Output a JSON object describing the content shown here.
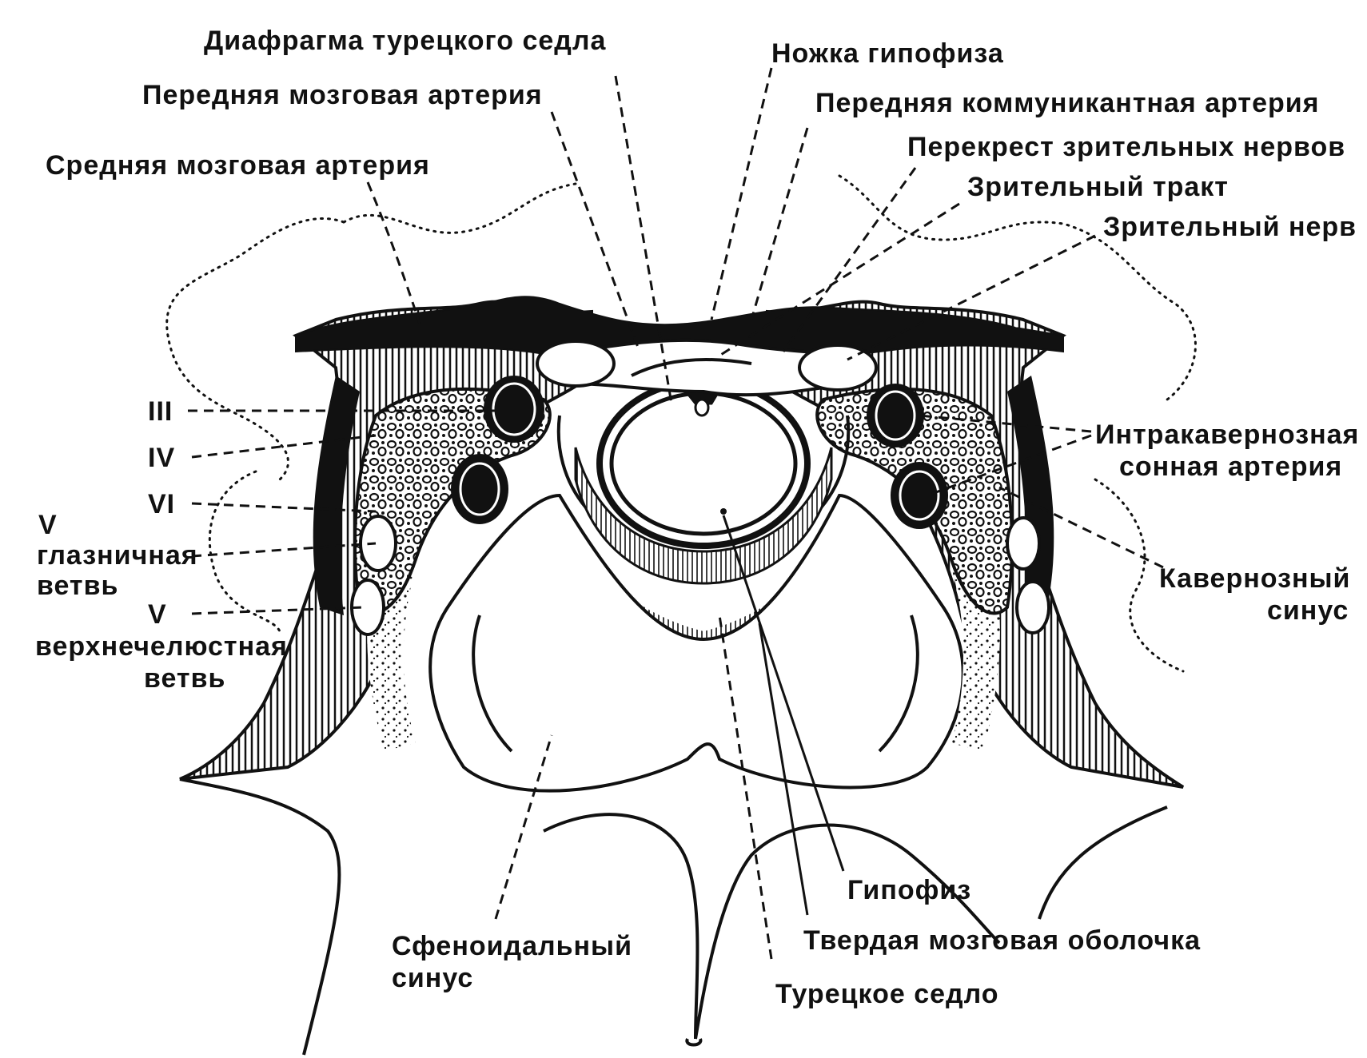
{
  "labels": {
    "diaphragm": "Диафрагма турецкого седла",
    "stalk": "Ножка гипофиза",
    "anterior_cerebral": "Передняя мозговая артерия",
    "anterior_communicating": "Передняя коммуникантная артерия",
    "middle_cerebral": "Средняя мозговая артерия",
    "chiasm": "Перекрест зрительных нервов",
    "optic_tract": "Зрительный тракт",
    "optic_nerve": "Зрительный нерв",
    "nerve_iii": "III",
    "nerve_iv": "IV",
    "nerve_vi": "VI",
    "v_ophthalmic_1": "V",
    "v_ophthalmic_2": "глазничная",
    "v_ophthalmic_3": "ветвь",
    "v_maxillary_1": "V",
    "v_maxillary_2": "верхнечелюстная",
    "v_maxillary_3": "ветвь",
    "intracavernous_1": "Интракавернозная",
    "intracavernous_2": "сонная артерия",
    "cavernous_1": "Кавернозный",
    "cavernous_2": "синус",
    "pituitary": "Гипофиз",
    "dura": "Твердая мозговая оболочка",
    "sella": "Турецкое седло",
    "sphenoid_1": "Сфеноидальный",
    "sphenoid_2": "синус"
  }
}
